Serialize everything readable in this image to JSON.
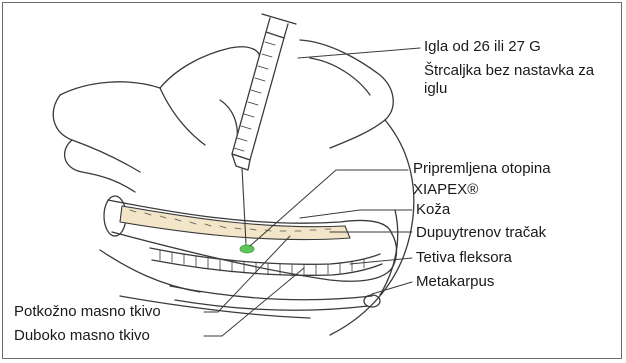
{
  "labels": {
    "needle": "Igla od 26 ili 27 G",
    "syringe": "Štrcaljka bez nastavka za iglu",
    "solution_line1": "Pripremljena otopina",
    "solution_line2": "XIAPEX®",
    "skin": "Koža",
    "cord": "Dupuytrenov tračak",
    "tendon": "Tetiva fleksora",
    "metacarpus": "Metakarpus",
    "subcutaneous_fat": "Potkožno masno tkivo",
    "deep_fat": "Duboko masno tkivo"
  },
  "colors": {
    "outline": "#3a3a3a",
    "cord_fill": "#f2e5c8",
    "solution_green": "#5fc45a",
    "frame": "#6a6a6a"
  }
}
